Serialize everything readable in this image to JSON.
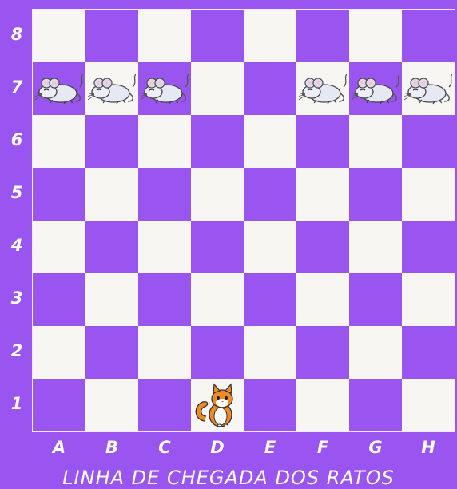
{
  "board": {
    "files": [
      "A",
      "B",
      "C",
      "D",
      "E",
      "F",
      "G",
      "H"
    ],
    "ranks": [
      "8",
      "7",
      "6",
      "5",
      "4",
      "3",
      "2",
      "1"
    ],
    "colors": {
      "light": "#f8f6f3",
      "dark": "#9a55f0",
      "background": "#9a55f0"
    },
    "pieces": [
      {
        "type": "mouse",
        "square": "A7"
      },
      {
        "type": "mouse",
        "square": "B7"
      },
      {
        "type": "mouse",
        "square": "C7"
      },
      {
        "type": "mouse",
        "square": "F7"
      },
      {
        "type": "mouse",
        "square": "G7"
      },
      {
        "type": "mouse",
        "square": "H7"
      },
      {
        "type": "cat",
        "square": "D1"
      }
    ]
  },
  "caption": "LINHA DE CHEGADA DOS RATOS"
}
